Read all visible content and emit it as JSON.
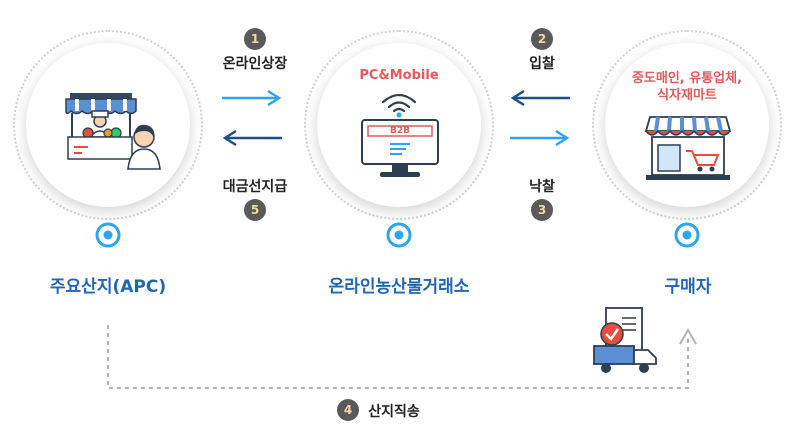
{
  "nodes": {
    "producer": {
      "label": "주요산지(APC)"
    },
    "exchange": {
      "label": "온라인농산물거래소",
      "device_text": "PC&Mobile",
      "screen_text": "B2B"
    },
    "buyer": {
      "label": "구매자",
      "desc_line1": "중도매인, 유통업체,",
      "desc_line2": "식자재마트"
    }
  },
  "steps": [
    {
      "num": "1",
      "label": "온라인상장"
    },
    {
      "num": "2",
      "label": "입찰"
    },
    {
      "num": "3",
      "label": "낙찰"
    },
    {
      "num": "4",
      "label": "산지직송"
    },
    {
      "num": "5",
      "label": "대금선지급"
    }
  ],
  "colors": {
    "arrow_light": "#2ea3f2",
    "arrow_dark": "#1c4f8a",
    "label_blue": "#1f66b4",
    "badge": "#5a5a5a",
    "badge_text": "#f3d9a0",
    "accent_red": "#e25a5a"
  }
}
